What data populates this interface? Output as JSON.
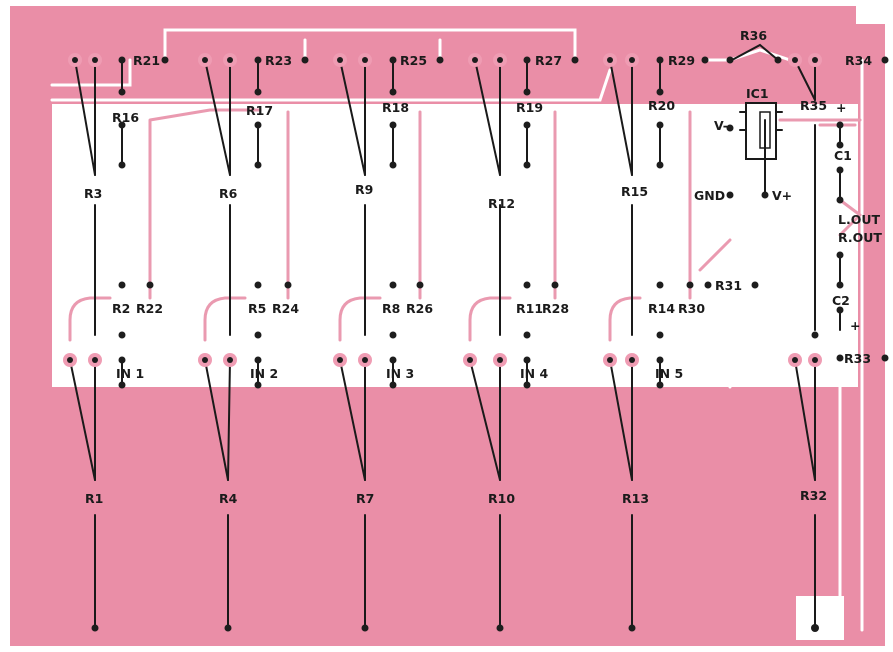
{
  "colors": {
    "board": "#ea8ea7",
    "substrate": "#ffffff",
    "trace": "#ea9ab0",
    "ink": "#1a1a1a"
  },
  "labels": {
    "R1": "R1",
    "R2": "R2",
    "R3": "R3",
    "R4": "R4",
    "R5": "R5",
    "R6": "R6",
    "R7": "R7",
    "R8": "R8",
    "R9": "R9",
    "R10": "R10",
    "R11": "R11",
    "R12": "R12",
    "R13": "R13",
    "R14": "R14",
    "R15": "R15",
    "R16": "R16",
    "R17": "R17",
    "R18": "R18",
    "R19": "R19",
    "R20": "R20",
    "R21": "R21",
    "R22": "R22",
    "R23": "R23",
    "R24": "R24",
    "R25": "R25",
    "R26": "R26",
    "R27": "R27",
    "R28": "R28",
    "R29": "R29",
    "R30": "R30",
    "R31": "R31",
    "R32": "R32",
    "R33": "R33",
    "R34": "R34",
    "R35": "R35",
    "R36": "R36",
    "IN1": "IN 1",
    "IN2": "IN 2",
    "IN3": "IN 3",
    "IN4": "IN 4",
    "IN5": "IN 5",
    "IC1": "IC1",
    "Vminus": "V-",
    "Vplus": "V+",
    "GND": "GND",
    "C1": "C1",
    "C2": "C2",
    "LOUT": "L.OUT",
    "ROUT": "R.OUT",
    "plus": "+"
  }
}
